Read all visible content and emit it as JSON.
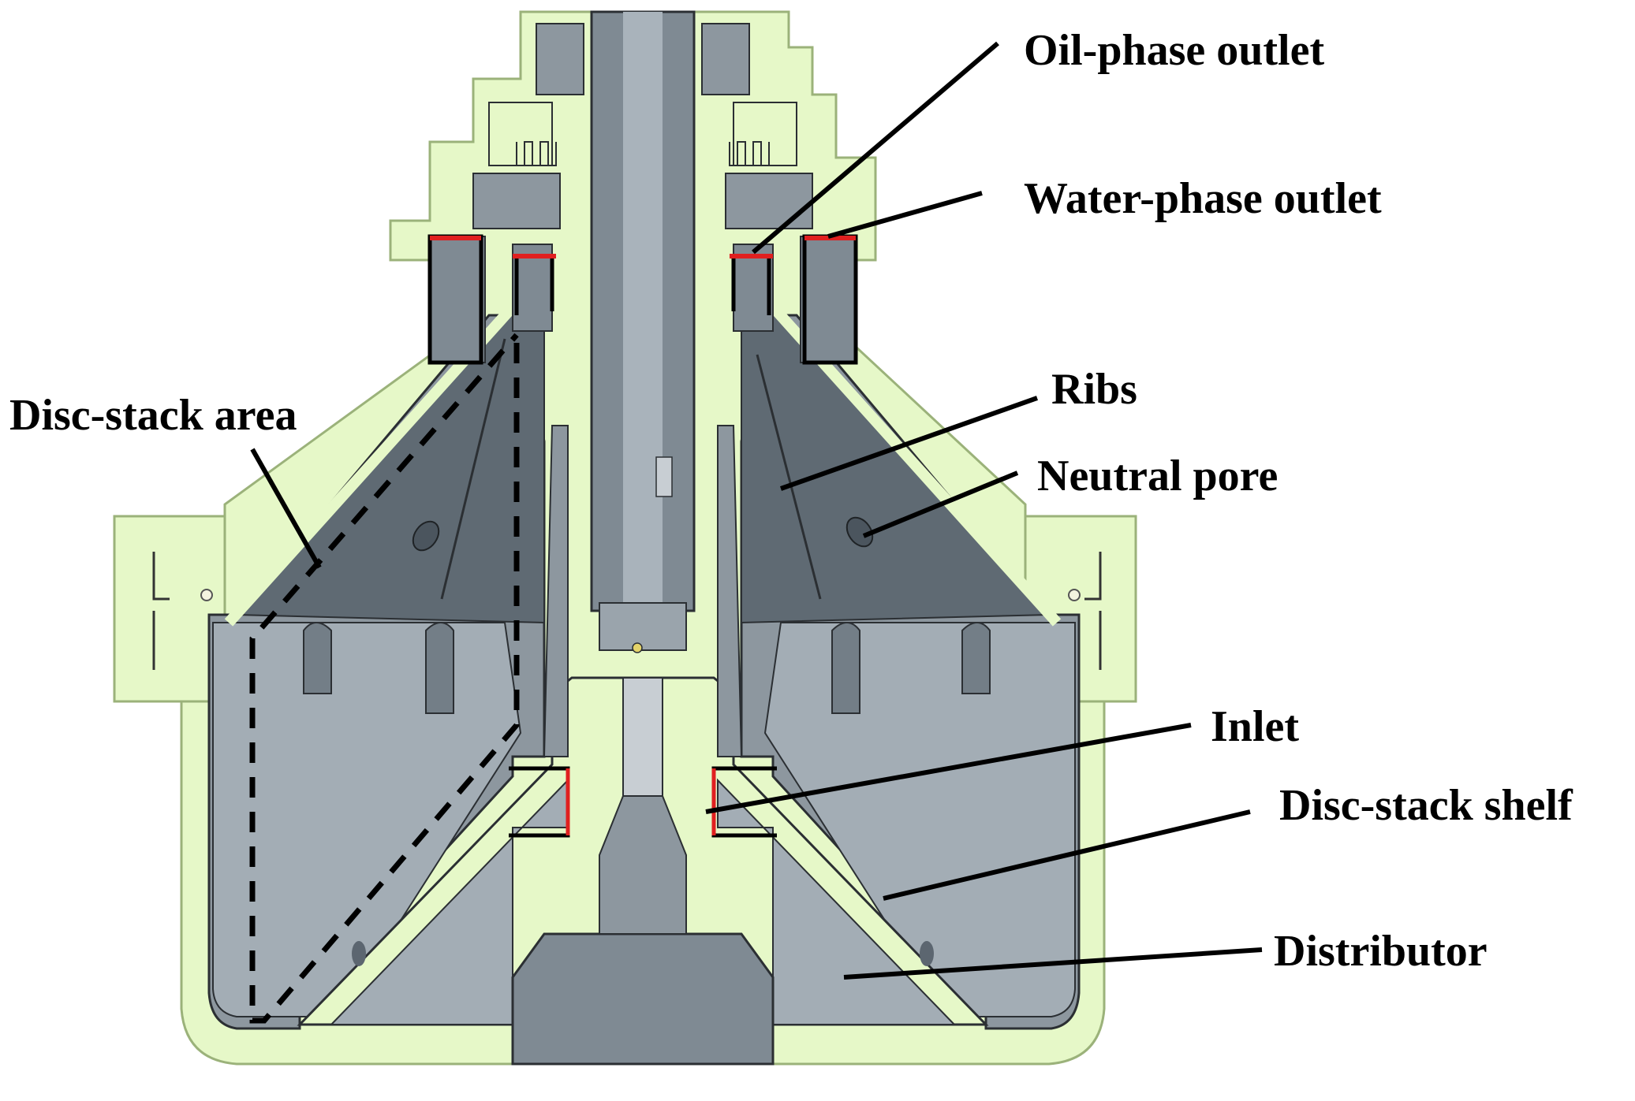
{
  "diagram": {
    "colors": {
      "housing": "#e6f8c8",
      "metal": "#7f8a93",
      "metal_dark": "#5c6670",
      "metal_light": "#a9b3bb",
      "cavity": "#8d979f",
      "outline": "#2b2f33",
      "seal": "#e02020",
      "leader": "#000000"
    },
    "labels": {
      "oil_outlet": "Oil-phase outlet",
      "water_outlet": "Water-phase outlet",
      "disc_stack_area": "Disc-stack area",
      "ribs": "Ribs",
      "neutral_pore": "Neutral pore",
      "inlet": "Inlet",
      "disc_stack_shelf": "Disc-stack shelf",
      "distributor": "Distributor"
    }
  }
}
